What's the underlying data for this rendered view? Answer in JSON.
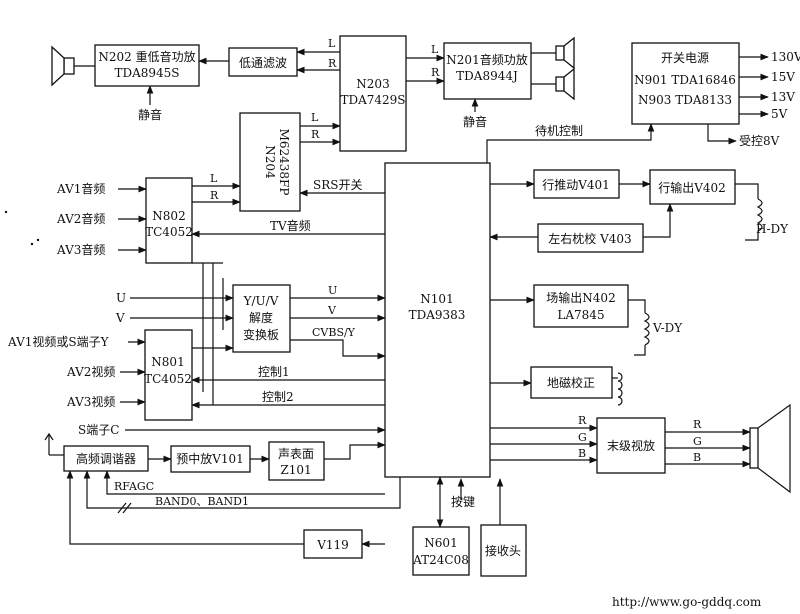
{
  "blocks": {
    "n202": {
      "line1": "N202 重低音功放",
      "line2": "TDA8945S"
    },
    "lpf": {
      "line1": "低通滤波"
    },
    "n203": {
      "line1": "N203",
      "line2": "TDA7429S"
    },
    "n201": {
      "line1": "N201音频功放",
      "line2": "TDA8944J"
    },
    "psu": {
      "line1": "开关电源",
      "line2": "N901 TDA16846",
      "line3": "N903 TDA8133"
    },
    "n204": {
      "line1": "N204",
      "line2": "M62438FP"
    },
    "n802": {
      "line1": "N802",
      "line2": "TC4052"
    },
    "n101": {
      "line1": "N101",
      "line2": "TDA9383"
    },
    "hdrive": {
      "line1": "行推动V401"
    },
    "hout": {
      "line1": "行输出V402"
    },
    "pincushion": {
      "line1": "左右枕校 V403"
    },
    "yuv": {
      "line1": "Y/U/V",
      "line2": "解度",
      "line3": "变换板"
    },
    "vout": {
      "line1": "场输出N402",
      "line2": "LA7845"
    },
    "n801": {
      "line1": "N801",
      "line2": "TC4052"
    },
    "geomag": {
      "line1": "地磁校正"
    },
    "video_out": {
      "line1": "末级视放"
    },
    "tuner": {
      "line1": "高频调谐器"
    },
    "if_pre": {
      "line1": "预中放V101"
    },
    "saw": {
      "line1": "声表面",
      "line2": "Z101"
    },
    "v119": {
      "line1": "V119"
    },
    "n601": {
      "line1": "N601",
      "line2": "AT24C08"
    },
    "receiver": {
      "line1": "接收头"
    }
  },
  "labels": {
    "L1": "L",
    "R1": "R",
    "L2": "L",
    "R2": "R",
    "L3": "L",
    "R3": "R",
    "L4": "L",
    "R4": "R",
    "mute1": "静音",
    "mute2": "静音",
    "v130": "130V",
    "v15": "15V",
    "v13": "13V",
    "v5": "5V",
    "standby_ctrl": "受控8V",
    "standby": "待机控制",
    "srs": "SRS开关",
    "tv_audio": "TV音频",
    "av1_audio": "AV1音频",
    "av2_audio": "AV2音频",
    "av3_audio": "AV3音频",
    "hdy": "H-DY",
    "vdy": "V-DY",
    "u_in": "U",
    "v_in": "V",
    "u_bus": "U",
    "v_bus": "V",
    "cvbs": "CVBS/Y",
    "av1_video": "AV1视频或S端子Y",
    "av2_video": "AV2视频",
    "av3_video": "AV3视频",
    "ctrl1": "控制1",
    "ctrl2": "控制2",
    "s_c": "S端子C",
    "rgb_r": "R",
    "rgb_g": "G",
    "rgb_b": "B",
    "out_r": "R",
    "out_g": "G",
    "out_b": "B",
    "rfagc": "RFAGC",
    "band": "BAND0、BAND1",
    "keys": "按键",
    "url": "http://www.go-gddq.com"
  }
}
